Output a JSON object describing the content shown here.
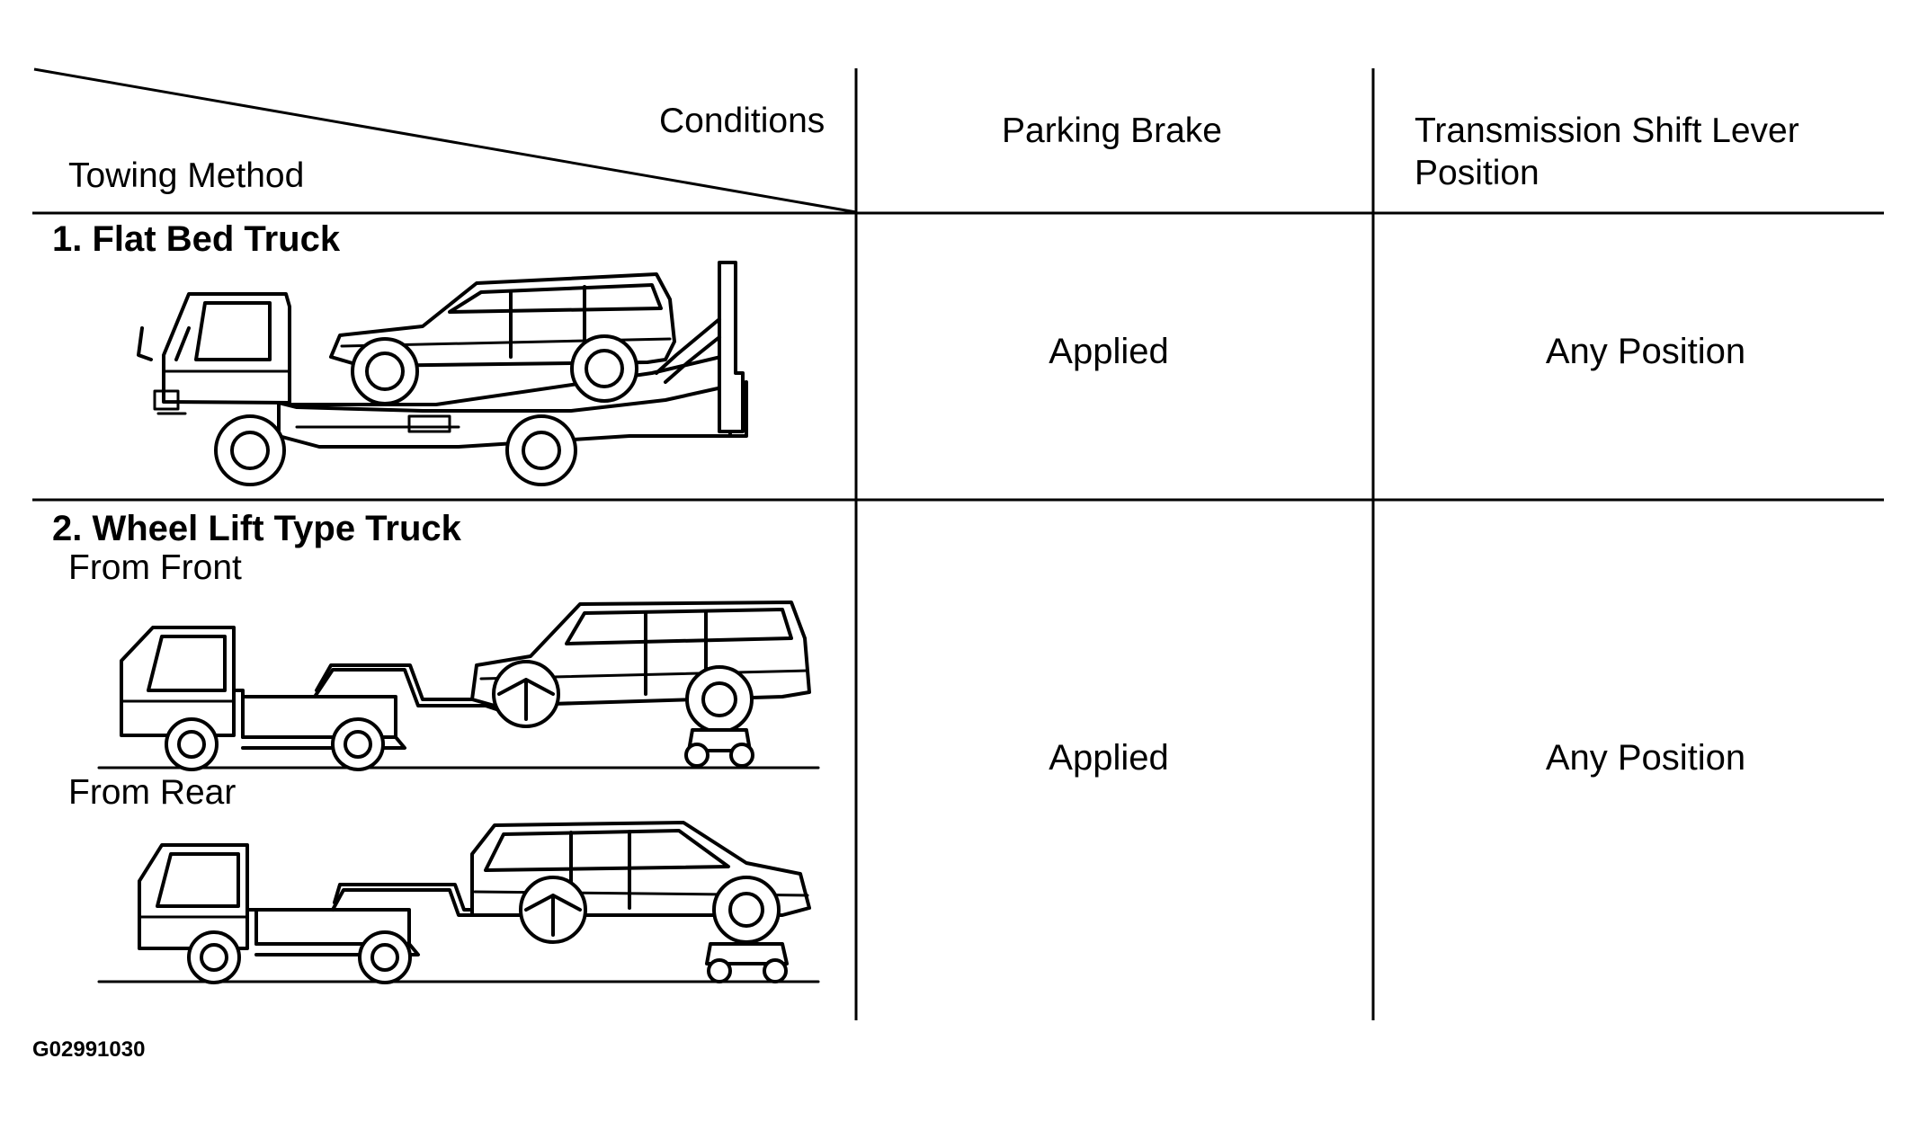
{
  "header": {
    "conditions": "Conditions",
    "towing_method": "Towing Method",
    "parking_brake": "Parking Brake",
    "shift_lever_line1": "Transmission Shift Lever",
    "shift_lever_line2": "Position"
  },
  "rows": [
    {
      "method": "1. Flat Bed Truck",
      "parking_brake": "Applied",
      "shift_lever": "Any Position"
    },
    {
      "method": "2. Wheel Lift Type Truck",
      "sub_front": "From Front",
      "sub_rear": "From Rear",
      "parking_brake": "Applied",
      "shift_lever": "Any Position"
    }
  ],
  "figure_code": "G02991030",
  "colors": {
    "line": "#000000",
    "background": "#ffffff"
  }
}
